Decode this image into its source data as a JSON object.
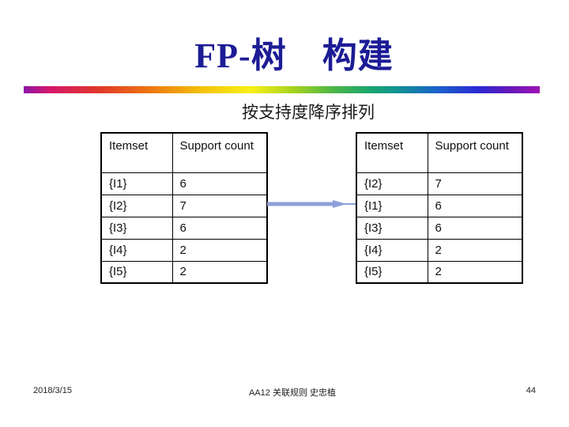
{
  "slide": {
    "title": "FP-树　构建",
    "subtitle": "按支持度降序排列",
    "footer": {
      "date": "2018/3/15",
      "credit": "AA12 关联规则 史忠植",
      "page_number": "44"
    }
  },
  "tables": {
    "left": {
      "headers": [
        "Itemset",
        "Support count"
      ],
      "rows": [
        {
          "itemset": "{I1}",
          "support_count": "6"
        },
        {
          "itemset": "{I2}",
          "support_count": "7"
        },
        {
          "itemset": "{I3}",
          "support_count": "6"
        },
        {
          "itemset": "{I4}",
          "support_count": "2"
        },
        {
          "itemset": "{I5}",
          "support_count": "2"
        }
      ]
    },
    "right": {
      "headers": [
        "Itemset",
        "Support count"
      ],
      "rows": [
        {
          "itemset": "{I2}",
          "support_count": "7"
        },
        {
          "itemset": "{I1}",
          "support_count": "6"
        },
        {
          "itemset": "{I3}",
          "support_count": "6"
        },
        {
          "itemset": "{I4}",
          "support_count": "2"
        },
        {
          "itemset": "{I5}",
          "support_count": "2"
        }
      ]
    }
  },
  "icons": {
    "arrow": "right-arrow-icon"
  },
  "colors": {
    "title_text": "#1c1c96",
    "subtitle_text": "#1a1a1a",
    "arrow": "#8da0d8",
    "table_border": "#000000",
    "rainbow_divider": [
      "#8c16a8",
      "#d5176b",
      "#e03a28",
      "#ef7a10",
      "#f3c50a",
      "#f8f014",
      "#a8d41c",
      "#4cb648",
      "#1ba56e",
      "#11948f",
      "#1a63c8",
      "#2a2ad4",
      "#6318b8",
      "#a014b4"
    ]
  }
}
